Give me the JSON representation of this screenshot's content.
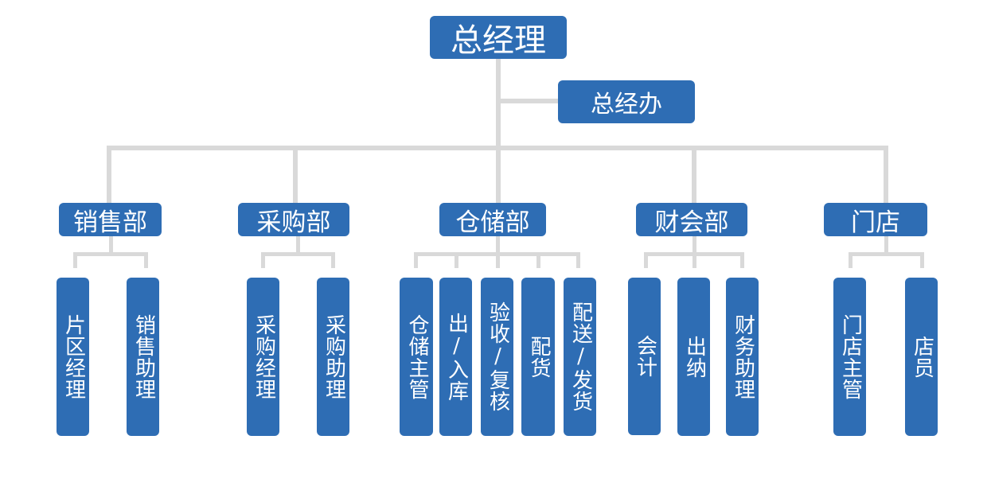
{
  "org": {
    "ceo": "总经理",
    "ceo_office": "总经办",
    "departments": [
      {
        "name": "销售部",
        "roles": [
          "片区经理",
          "销售助理"
        ]
      },
      {
        "name": "采购部",
        "roles": [
          "采购经理",
          "采购助理"
        ]
      },
      {
        "name": "仓储部",
        "roles": [
          "仓储主管",
          "出/入库",
          "验收/复核",
          "配货",
          "配送/发货"
        ]
      },
      {
        "name": "财会部",
        "roles": [
          "会计",
          "出纳",
          "财务助理"
        ]
      },
      {
        "name": "门店",
        "roles": [
          "门店主管",
          "店员"
        ]
      }
    ]
  },
  "colors": {
    "node_fill": "#2e6db4",
    "node_text": "#ffffff",
    "connector": "#d9d9d9"
  }
}
